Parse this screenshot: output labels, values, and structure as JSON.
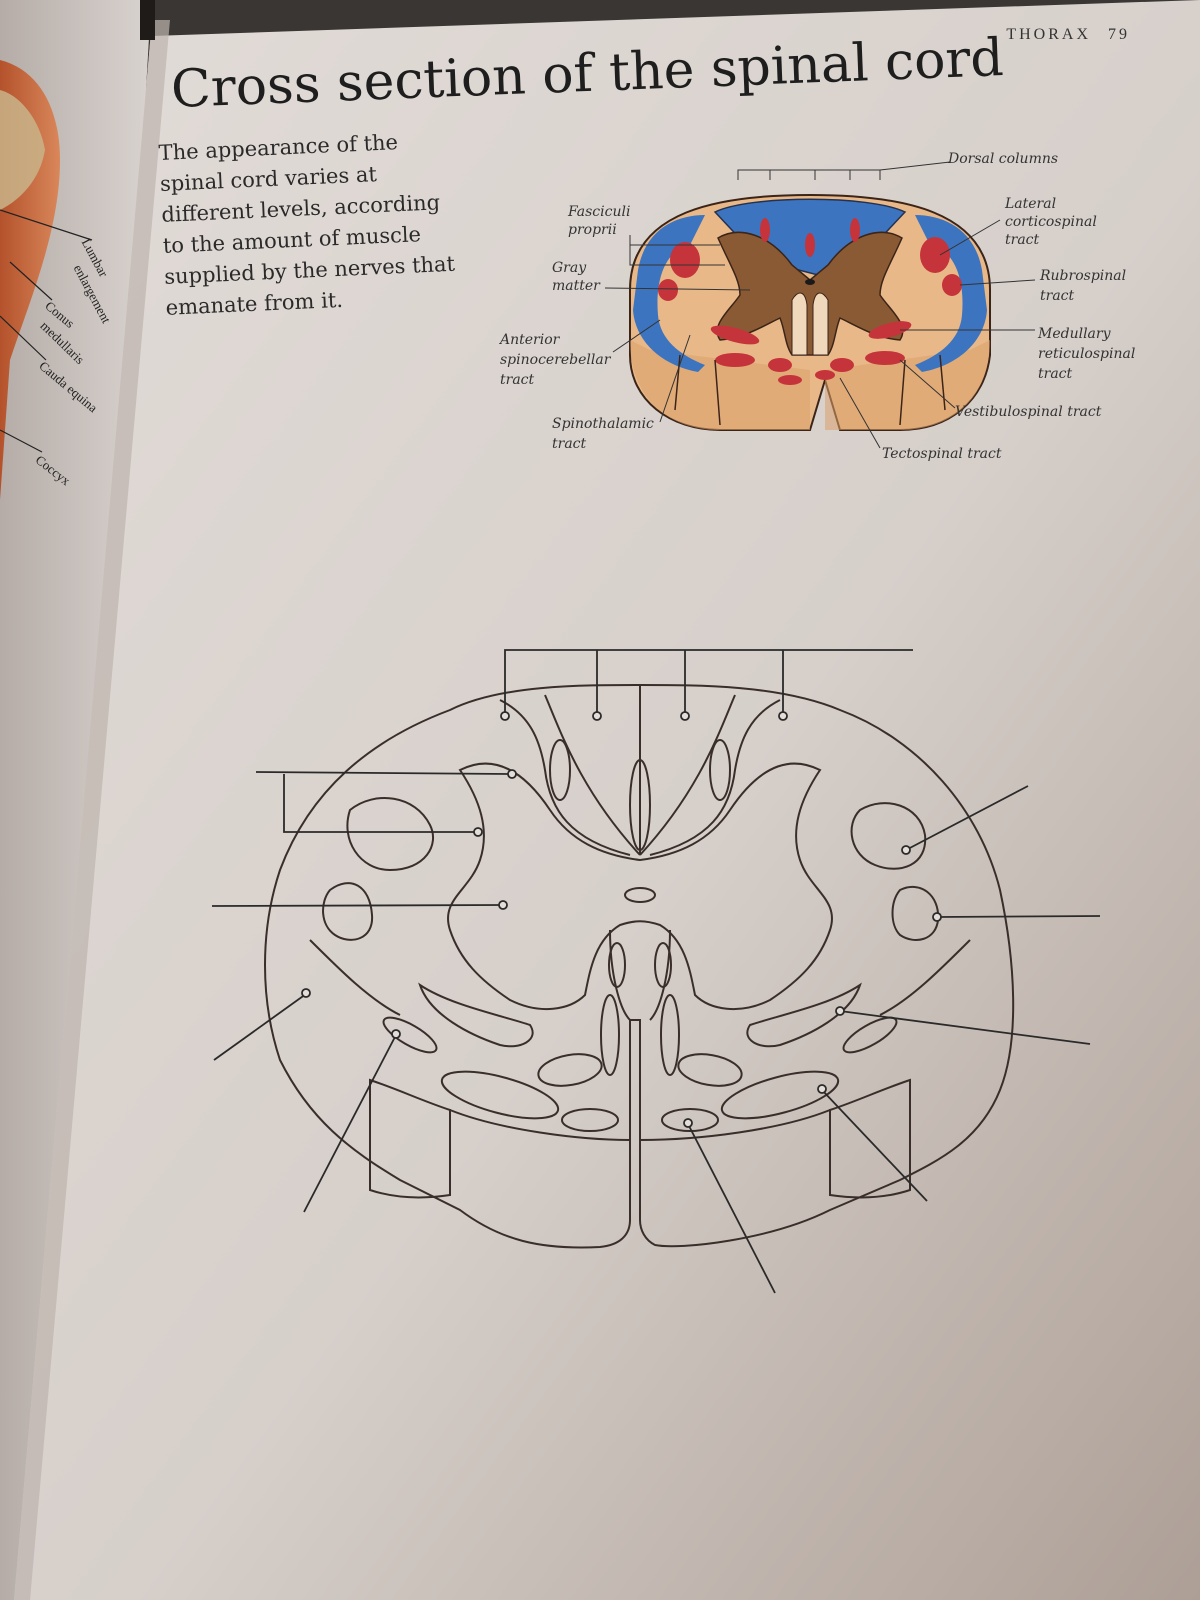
{
  "header": {
    "section": "THORAX",
    "page_number": "79"
  },
  "title": "Cross section of the spinal cord",
  "intro_lines": [
    "The appearance of the",
    "spinal cord varies at",
    "different levels, according",
    "to the amount of muscle",
    "supplied by the nerves that",
    "emanate from it."
  ],
  "left_page_labels": [
    "Lumbar",
    "enlargement",
    "Conus",
    "medullaris",
    "Cauda equina",
    "Coccyx"
  ],
  "colored_diagram": {
    "labels": {
      "dorsal_columns": "Dorsal columns",
      "fasciculi_proprii_1": "Fasciculi",
      "fasciculi_proprii_2": "proprii",
      "gray_matter_1": "Gray",
      "gray_matter_2": "matter",
      "anterior_spinocerebellar_1": "Anterior",
      "anterior_spinocerebellar_2": "spinocerebellar",
      "anterior_spinocerebellar_3": "tract",
      "spinothalamic_1": "Spinothalamic",
      "spinothalamic_2": "tract",
      "lateral_corticospinal_1": "Lateral",
      "lateral_corticospinal_2": "corticospinal",
      "lateral_corticospinal_3": "tract",
      "rubrospinal_1": "Rubrospinal",
      "rubrospinal_2": "tract",
      "medullary_reticulospinal_1": "Medullary",
      "medullary_reticulospinal_2": "reticulospinal",
      "medullary_reticulospinal_3": "tract",
      "vestibulospinal": "Vestibulospinal tract",
      "tectospinal": "Tectospinal tract"
    },
    "colors": {
      "white_matter": "#e9b888",
      "gray_matter": "#8a5a34",
      "ascending_tracts": "#3d74c0",
      "descending_tracts": "#c5343a",
      "outline": "#3b2418"
    }
  },
  "colors": {
    "paper": "#d7d0cb",
    "paper_shadow": "#9c8f87",
    "ink": "#2a2a2a",
    "line_art": "#3a2e2a"
  }
}
